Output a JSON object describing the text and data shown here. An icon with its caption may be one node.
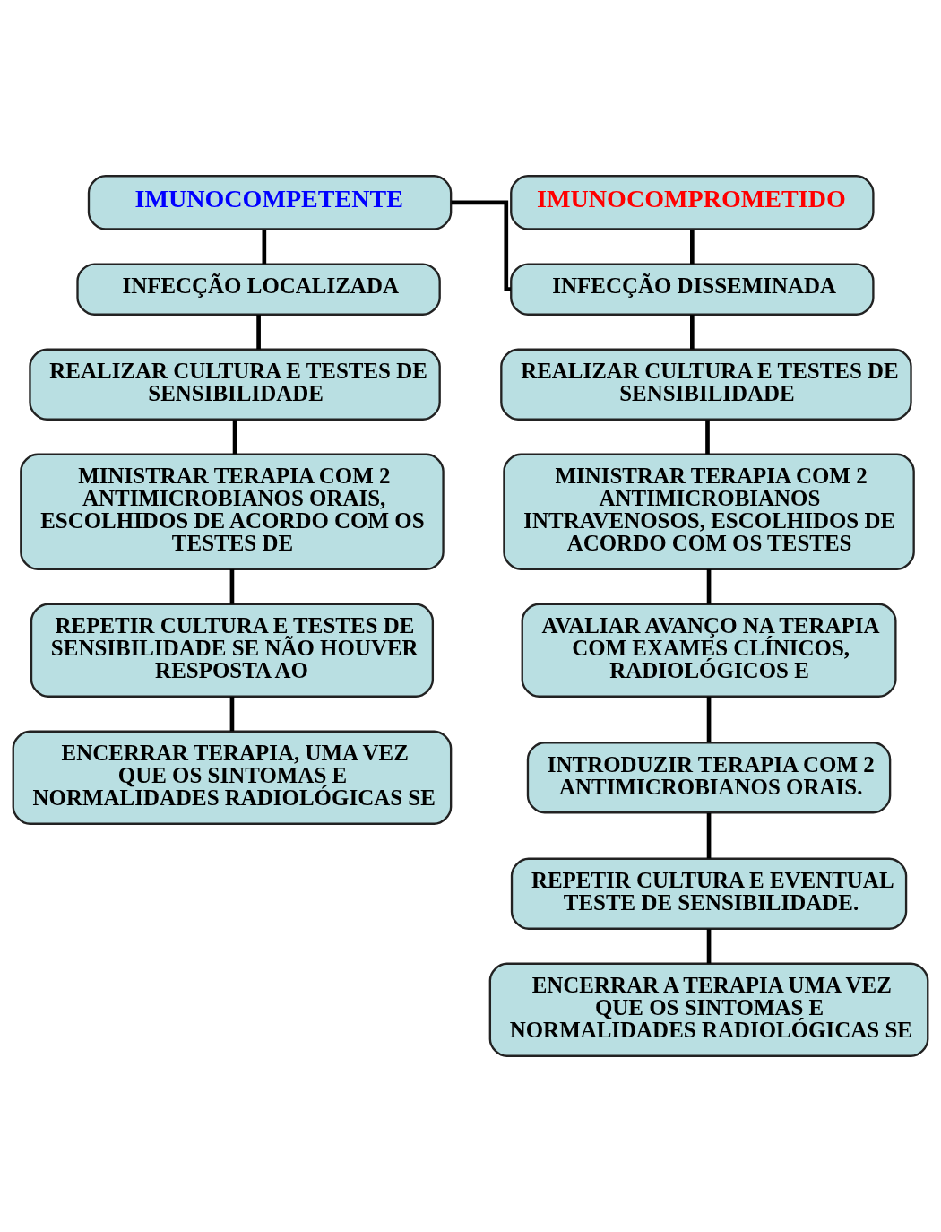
{
  "diagram": {
    "nodes": [
      {
        "text": [
          "IMUNOCOMPETENTE"
        ]
      },
      {
        "text": [
          "IMUNOCOMPROMETIDO"
        ]
      },
      {
        "text": [
          "INFECÇÃO LOCALIZADA"
        ]
      },
      {
        "text": [
          "INFECÇÃO DISSEMINADA"
        ]
      },
      {
        "text": [
          "REALIZAR CULTURA E TESTES DE SENSIBILIDADE"
        ]
      },
      {
        "text": [
          "REALIZAR CULTURA E TESTES DE SENSIBILIDADE"
        ]
      },
      {
        "text": [
          "MINISTRAR TERAPIA COM 2 ANTIMICROBIANOS ORAIS, ESCOLHIDOS DE ACORDO COM OS TESTES DE"
        ]
      },
      {
        "text": [
          "MINISTRAR TERAPIA COM 2 ANTIMICROBIANOS INTRAVENOSOS, ESCOLHIDOS DE ACORDO COM OS TESTES"
        ]
      },
      {
        "text": [
          "REPETIR CULTURA E TESTES DE SENSIBILIDADE SE NÃO HOUVER RESPOSTA AO"
        ]
      },
      {
        "text": [
          "AVALIAR AVANÇO NA TERAPIA COM EXAMES CLÍNICOS, RADIOLÓGICOS E"
        ]
      },
      {
        "text": [
          "ENCERRAR TERAPIA, UMA VEZ QUE OS SINTOMAS E NORMALIDADES RADIOLÓGICAS SE"
        ]
      },
      {
        "text": [
          "INTRODUZIR TERAPIA COM 2 ANTIMICROBIANOS ORAIS."
        ]
      },
      {
        "text": [
          "REPETIR CULTURA E EVENTUAL TESTE DE SENSIBILIDADE."
        ]
      },
      {
        "text": [
          "ENCERRAR A TERAPIA UMA VEZ QUE OS SINTOMAS E NORMALIDADES RADIOLÓGICAS SE"
        ]
      }
    ],
    "edges": [
      {
        "from": 0,
        "to": 2,
        "arrow": "none"
      },
      {
        "from": 0,
        "to": 3,
        "arrow": "none"
      },
      {
        "from": 1,
        "to": 3,
        "arrow": "none"
      },
      {
        "from": 2,
        "to": 4,
        "arrow": "none"
      },
      {
        "from": 3,
        "to": 5,
        "arrow": "none"
      },
      {
        "from": 4,
        "to": 6,
        "arrow": "none"
      },
      {
        "from": 5,
        "to": 7,
        "arrow": "none"
      },
      {
        "from": 6,
        "to": 8,
        "arrow": "none"
      },
      {
        "from": 7,
        "to": 9,
        "arrow": "none"
      },
      {
        "from": 8,
        "to": 10,
        "arrow": "none"
      },
      {
        "from": 9,
        "to": 11,
        "arrow": "none"
      },
      {
        "from": 11,
        "to": 12,
        "arrow": "none"
      },
      {
        "from": 12,
        "to": 13,
        "arrow": "none"
      }
    ]
  }
}
